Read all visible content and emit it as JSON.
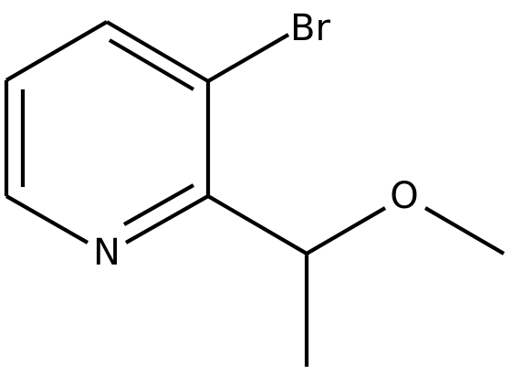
{
  "colors": {
    "bond": "#000000",
    "background": "#ffffff"
  },
  "atoms": {
    "bromine": "Br",
    "nitrogen": "N",
    "oxygen": "O"
  }
}
